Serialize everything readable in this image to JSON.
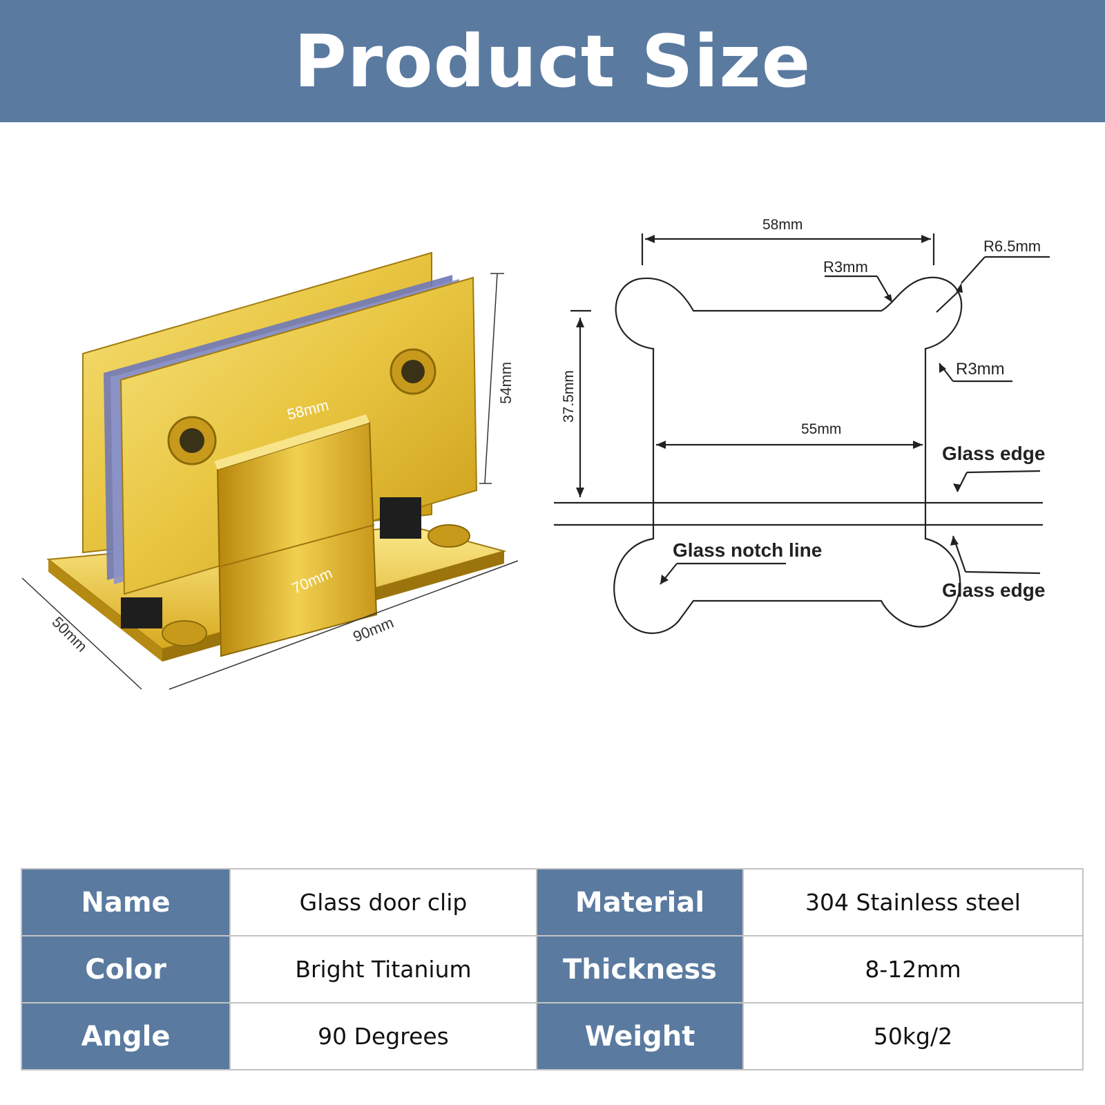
{
  "header": {
    "title": "Product Size"
  },
  "product": {
    "dims": {
      "width_58": "58mm",
      "height_54": "54mm",
      "base_70": "70mm",
      "base_90": "90mm",
      "depth_50": "50mm"
    }
  },
  "drawing": {
    "top_width": "58mm",
    "radius_big": "R6.5mm",
    "radius_small_top": "R3mm",
    "radius_small_side": "R3mm",
    "height": "37.5mm",
    "inner_width": "55mm",
    "glass_edge_top": "Glass edge",
    "glass_edge_bottom": "Glass edge",
    "notch_line": "Glass notch line"
  },
  "specs": {
    "rows": [
      {
        "k1": "Name",
        "v1": "Glass door clip",
        "k2": "Material",
        "v2": "304 Stainless steel"
      },
      {
        "k1": "Color",
        "v1": "Bright Titanium",
        "k2": "Thickness",
        "v2": "8-12mm"
      },
      {
        "k1": "Angle",
        "v1": "90 Degrees",
        "k2": "Weight",
        "v2": "50kg/2"
      }
    ]
  },
  "colors": {
    "banner": "#5a7aa0",
    "gold": "#e8c848",
    "line": "#222222"
  }
}
